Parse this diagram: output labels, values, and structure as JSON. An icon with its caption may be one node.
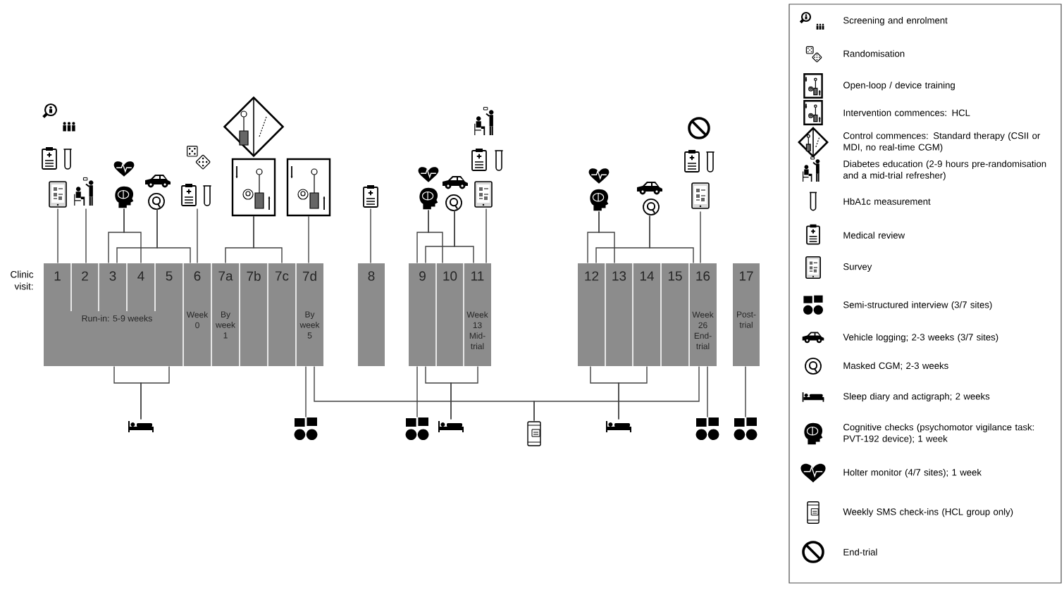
{
  "diagram": {
    "nodes": [
      {
        "text": [],
        "shape": "picture"
      },
      {
        "text": [],
        "shape": "picture"
      },
      {
        "text": [],
        "shape": "picture"
      },
      {
        "text": [],
        "shape": "picture"
      },
      {
        "text": [],
        "shape": "picture"
      },
      {
        "text": [],
        "shape": "diamond"
      },
      {
        "text": [],
        "shape": "box"
      },
      {
        "text": [],
        "shape": "box"
      },
      {
        "text": [],
        "shape": "picture"
      },
      {
        "text": [],
        "shape": "picture"
      },
      {
        "text": [],
        "shape": "picture"
      },
      {
        "text": [],
        "shape": "picture"
      },
      {
        "text": [],
        "shape": "picture"
      },
      {
        "text": [],
        "shape": "picture"
      },
      {
        "text": [],
        "shape": "picture"
      },
      {
        "text": [
          "1"
        ]
      },
      {
        "text": [
          "2"
        ]
      },
      {
        "text": [
          "3"
        ]
      },
      {
        "text": [
          "4"
        ]
      },
      {
        "text": [
          "5"
        ]
      },
      {
        "text": [
          "6",
          "Week 0"
        ]
      },
      {
        "text": [
          "7a",
          "By week 1"
        ]
      },
      {
        "text": [
          "7b"
        ]
      },
      {
        "text": [
          "7c"
        ]
      },
      {
        "text": [
          "7d",
          "By week 5"
        ]
      },
      {
        "text": [
          "8"
        ]
      },
      {
        "text": [
          "9"
        ]
      },
      {
        "text": [
          "10"
        ]
      },
      {
        "text": [
          "11",
          "Week 13 Mid-trial"
        ]
      },
      {
        "text": [
          "12"
        ]
      },
      {
        "text": [
          "13"
        ]
      },
      {
        "text": [
          "14"
        ]
      },
      {
        "text": [
          "15"
        ]
      },
      {
        "text": [
          "16",
          "Week 26 End-trial"
        ]
      },
      {
        "text": [
          "17",
          "Post-trial"
        ]
      },
      {
        "text": [],
        "shape": "picture"
      },
      {
        "text": [],
        "shape": "picture"
      },
      {
        "text": [],
        "shape": "picture"
      },
      {
        "text": [],
        "shape": "picture"
      },
      {
        "text": [],
        "shape": "picture"
      },
      {
        "text": [],
        "shape": "picture"
      },
      {
        "text": [],
        "shape": "picture"
      },
      {
        "text": [],
        "shape": "picture"
      }
    ],
    "edges": [
      {
        "from": 0,
        "to": 15,
        "arrow": "none"
      },
      {
        "from": 1,
        "to": 16,
        "arrow": "none"
      },
      {
        "from": 2,
        "to": 17,
        "arrow": "none"
      },
      {
        "from": 2,
        "to": 18,
        "arrow": "none"
      },
      {
        "from": 3,
        "to": 17,
        "arrow": "none"
      },
      {
        "from": 3,
        "to": 20,
        "arrow": "none"
      },
      {
        "from": 4,
        "to": 20,
        "arrow": "none"
      },
      {
        "from": 6,
        "to": 21,
        "arrow": "none"
      },
      {
        "from": 6,
        "to": 23,
        "arrow": "none"
      },
      {
        "from": 7,
        "to": 24,
        "arrow": "none"
      },
      {
        "from": 8,
        "to": 25,
        "arrow": "none"
      },
      {
        "from": 9,
        "to": 26,
        "arrow": "none"
      },
      {
        "from": 9,
        "to": 27,
        "arrow": "none"
      },
      {
        "from": 10,
        "to": 26,
        "arrow": "none"
      },
      {
        "from": 10,
        "to": 28,
        "arrow": "none"
      },
      {
        "from": 11,
        "to": 28,
        "arrow": "none"
      },
      {
        "from": 12,
        "to": 29,
        "arrow": "none"
      },
      {
        "from": 12,
        "to": 30,
        "arrow": "none"
      },
      {
        "from": 13,
        "to": 29,
        "arrow": "none"
      },
      {
        "from": 13,
        "to": 33,
        "arrow": "none"
      },
      {
        "from": 14,
        "to": 33,
        "arrow": "none"
      },
      {
        "from": 17,
        "to": 35,
        "arrow": "none"
      },
      {
        "from": 19,
        "to": 35,
        "arrow": "none"
      },
      {
        "from": 24,
        "to": 36,
        "arrow": "none"
      },
      {
        "from": 24,
        "to": 39,
        "arrow": "none"
      },
      {
        "from": 33,
        "to": 39,
        "arrow": "none"
      },
      {
        "from": 26,
        "to": 37,
        "arrow": "none"
      },
      {
        "from": 26,
        "to": 38,
        "arrow": "none"
      },
      {
        "from": 28,
        "to": 38,
        "arrow": "none"
      },
      {
        "from": 29,
        "to": 40,
        "arrow": "none"
      },
      {
        "from": 31,
        "to": 40,
        "arrow": "none"
      },
      {
        "from": 33,
        "to": 41,
        "arrow": "none"
      },
      {
        "from": 34,
        "to": 42,
        "arrow": "none"
      }
    ],
    "labels": [
      "Clinic visit:",
      "Run-in: 5-9 weeks"
    ],
    "legend": [
      {
        "text": "Screening and enrolment"
      },
      {
        "text": "Randomisation"
      },
      {
        "text": "Open-loop / device training"
      },
      {
        "text": "Intervention commences: HCL"
      },
      {
        "text": "Control commences: Standard therapy (CSII or MDI, no real-time CGM)"
      },
      {
        "text": "Diabetes education (2-9 hours pre-randomisation and a mid-trial refresher)"
      },
      {
        "text": "HbA1c measurement"
      },
      {
        "text": "Medical review"
      },
      {
        "text": "Survey"
      },
      {
        "text": "Semi-structured interview (3/7 sites)"
      },
      {
        "text": "Vehicle logging; 2-3 weeks (3/7 sites)"
      },
      {
        "text": "Masked CGM; 2-3 weeks"
      },
      {
        "text": "Sleep diary and actigraph; 2 weeks"
      },
      {
        "text": "Cognitive checks (psychomotor vigilance task: PVT-192 device); 1 week"
      },
      {
        "text": "Holter monitor (4/7 sites); 1 week"
      },
      {
        "text": "Weekly SMS check-ins (HCL group only)"
      },
      {
        "text": "End-trial"
      }
    ]
  }
}
